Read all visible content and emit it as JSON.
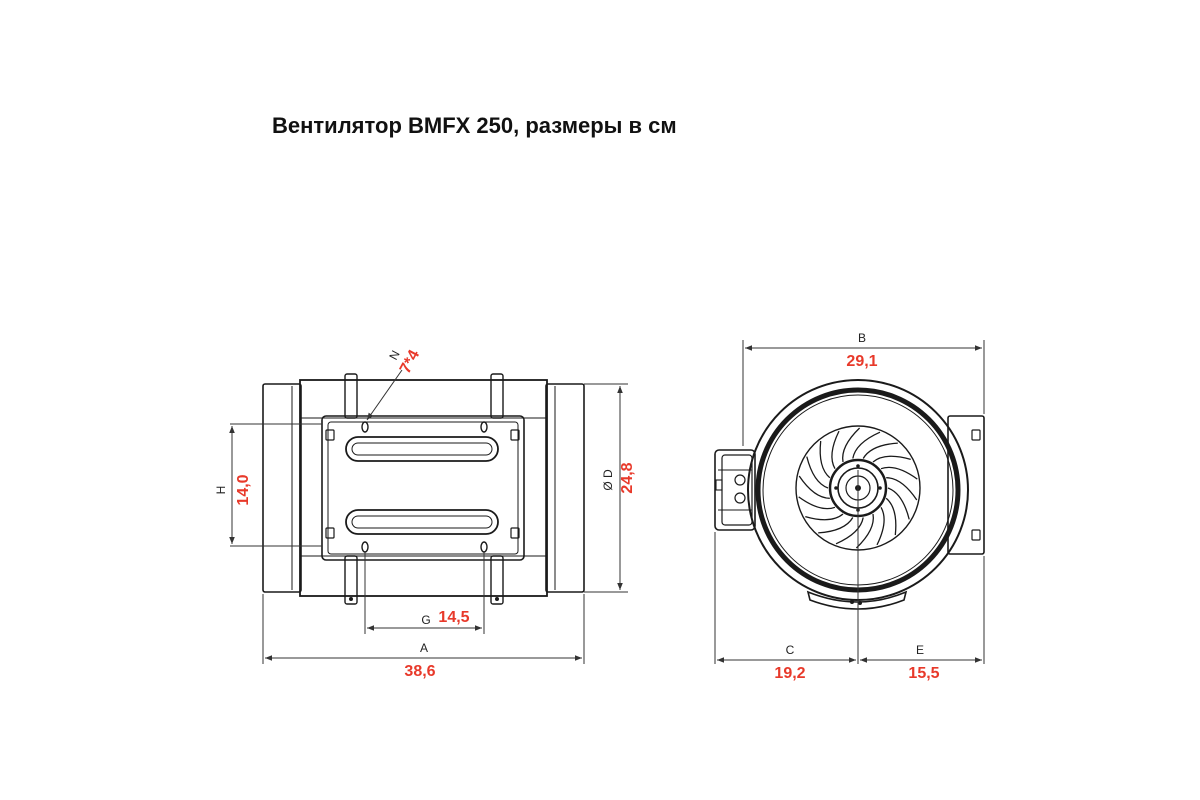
{
  "title": "Вентилятор BMFX 250, размеры в см",
  "colors": {
    "value": "#e8392a",
    "line": "#1a1a1a",
    "background": "#ffffff"
  },
  "side_view": {
    "h_label": "H",
    "h_value": "14,0",
    "d_label": "Ø D",
    "d_value": "24,8",
    "n_label": "N",
    "n_value": "7*4",
    "g_label": "G",
    "g_value": "14,5",
    "a_label": "A",
    "a_value": "38,6"
  },
  "front_view": {
    "b_label": "B",
    "b_value": "29,1",
    "c_label": "C",
    "c_value": "19,2",
    "e_label": "E",
    "e_value": "15,5"
  }
}
